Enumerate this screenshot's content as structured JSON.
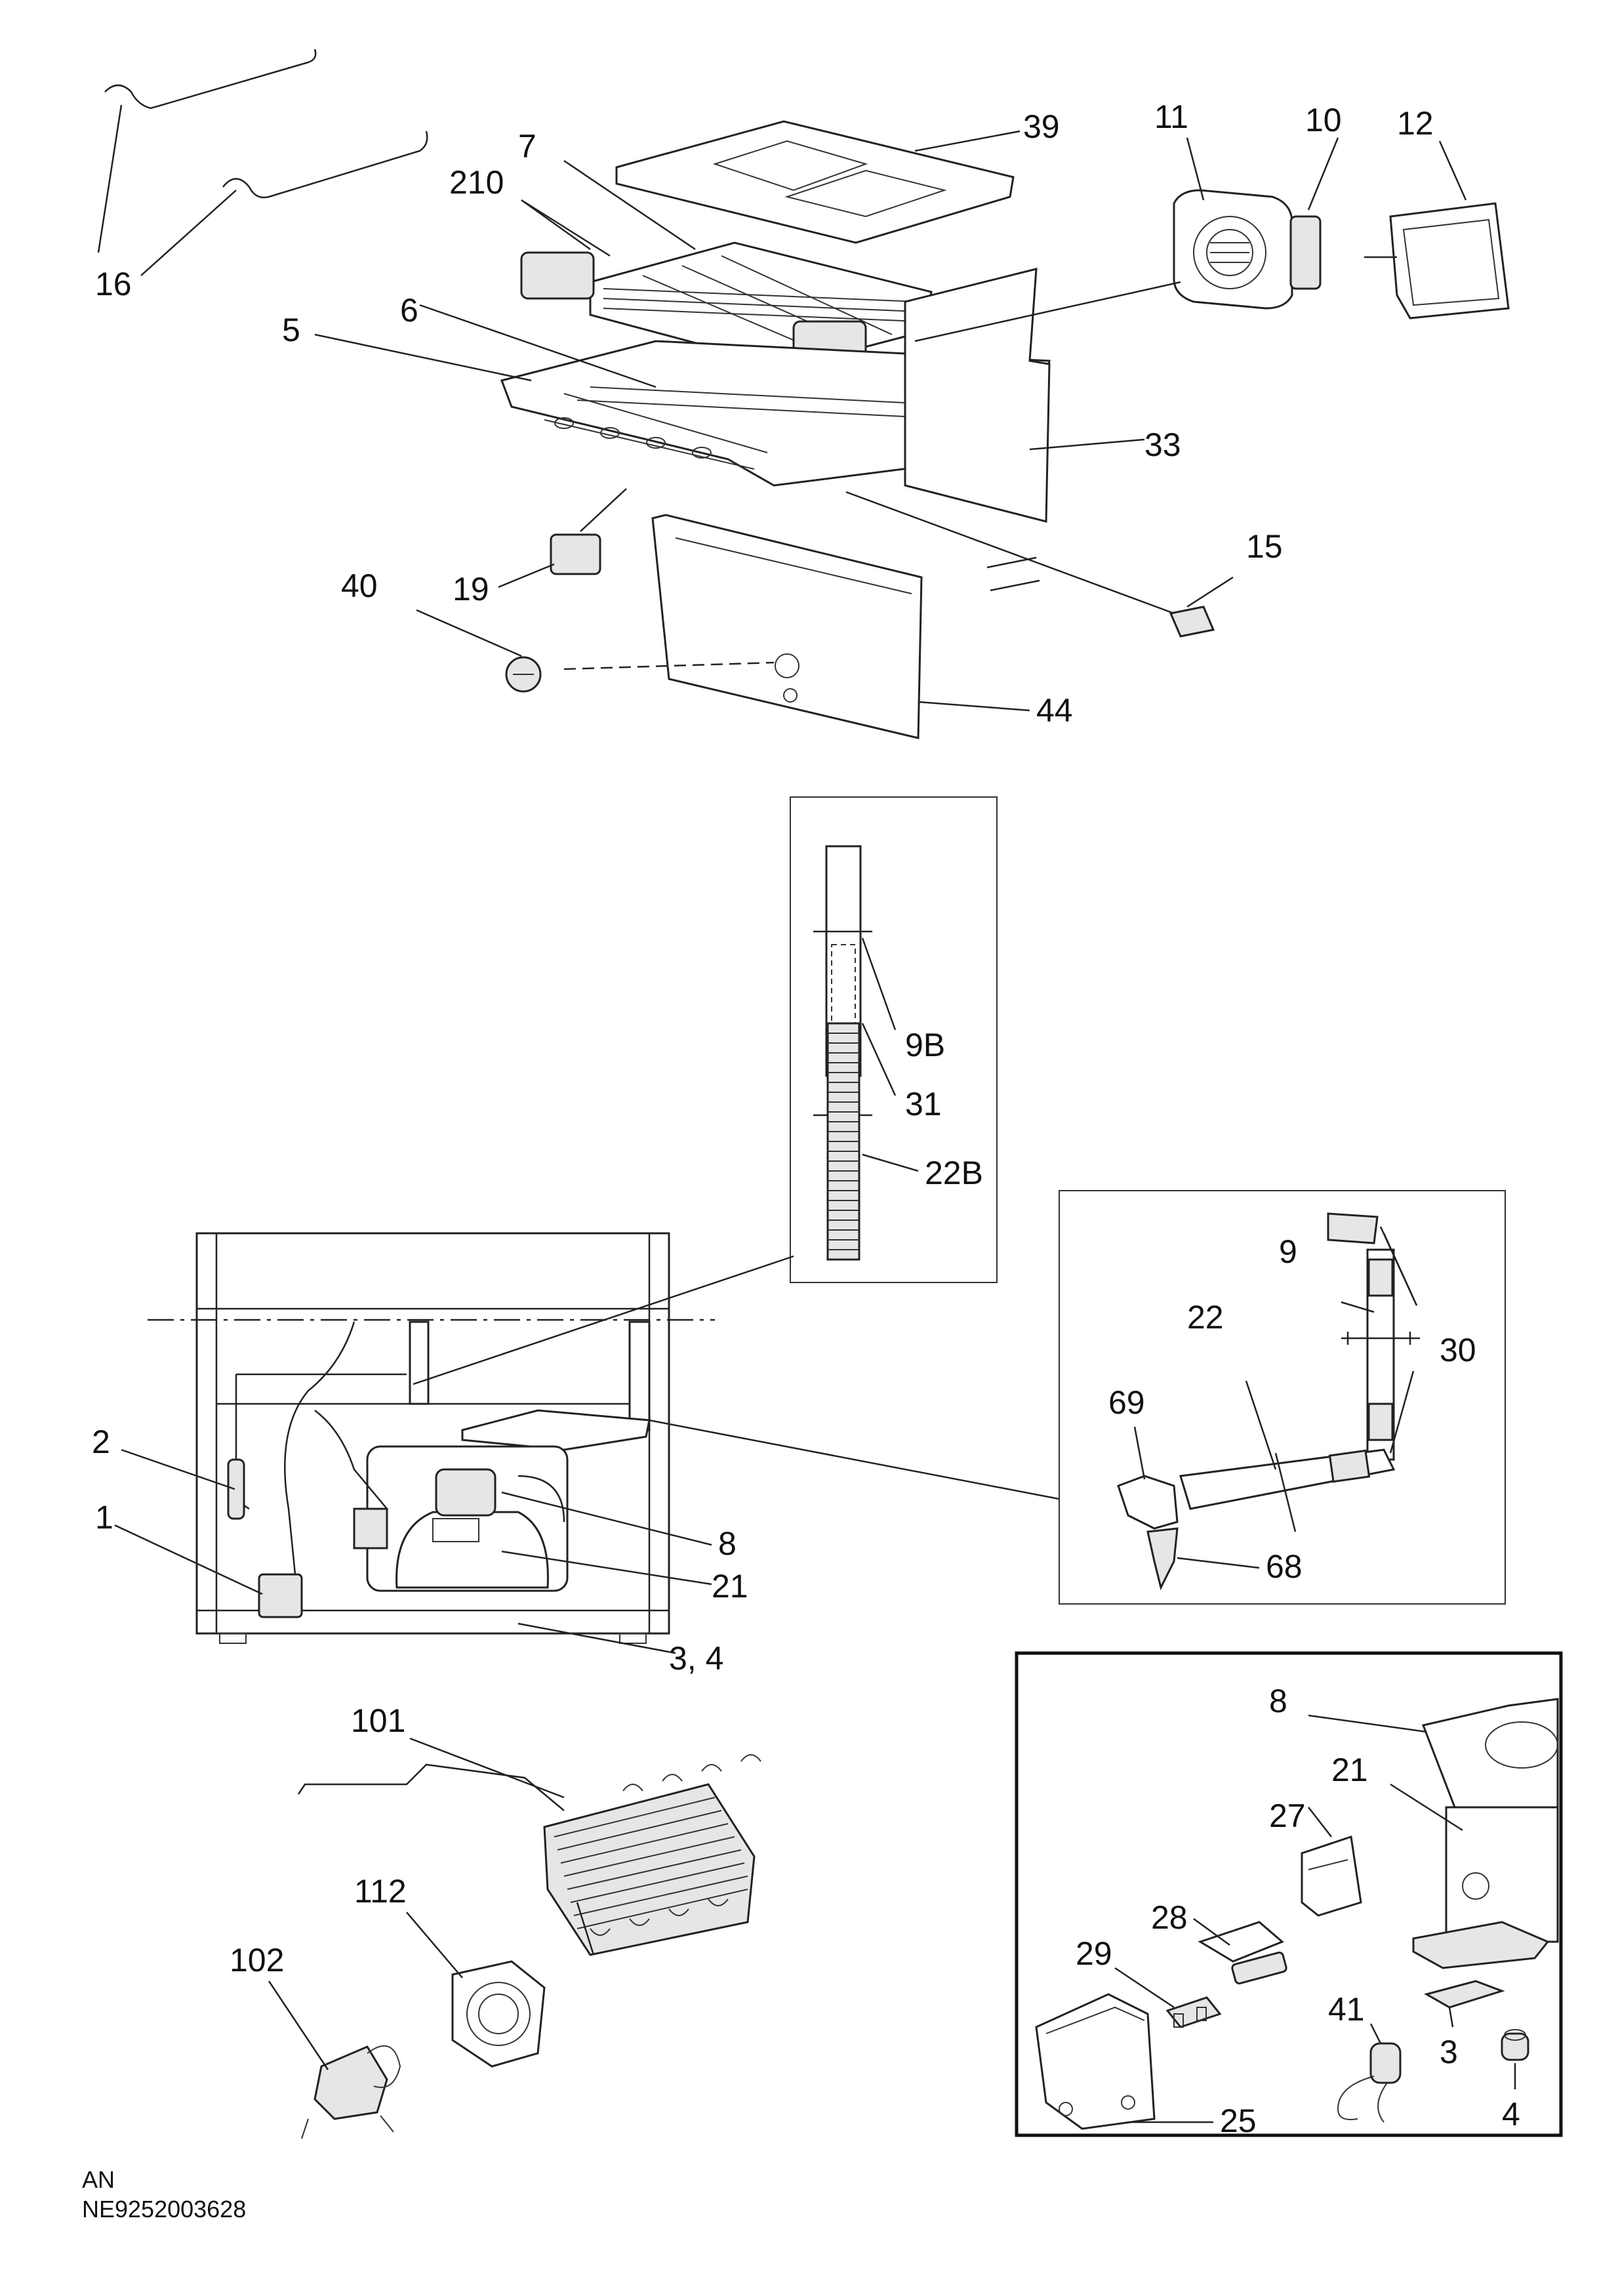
{
  "labels": {
    "l39": "39",
    "l11": "11",
    "l10": "10",
    "l12": "12",
    "l7": "7",
    "l210": "210",
    "l16": "16",
    "l6": "6",
    "l5": "5",
    "l33": "33",
    "l15": "15",
    "l19": "19",
    "l40": "40",
    "l44": "44",
    "l9B": "9B",
    "l31": "31",
    "l22B": "22B",
    "l9": "9",
    "l22": "22",
    "l30": "30",
    "l69": "69",
    "l68": "68",
    "l2": "2",
    "l1": "1",
    "l8a": "8",
    "l21a": "21",
    "l34": "3,  4",
    "l101": "101",
    "l112": "112",
    "l102": "102",
    "l8b": "8",
    "l21b": "21",
    "l27": "27",
    "l28": "28",
    "l29": "29",
    "l41": "41",
    "l3": "3",
    "l4": "4",
    "l25": "25"
  },
  "footer": {
    "line1": "AN",
    "line2": "NE9252003628"
  }
}
